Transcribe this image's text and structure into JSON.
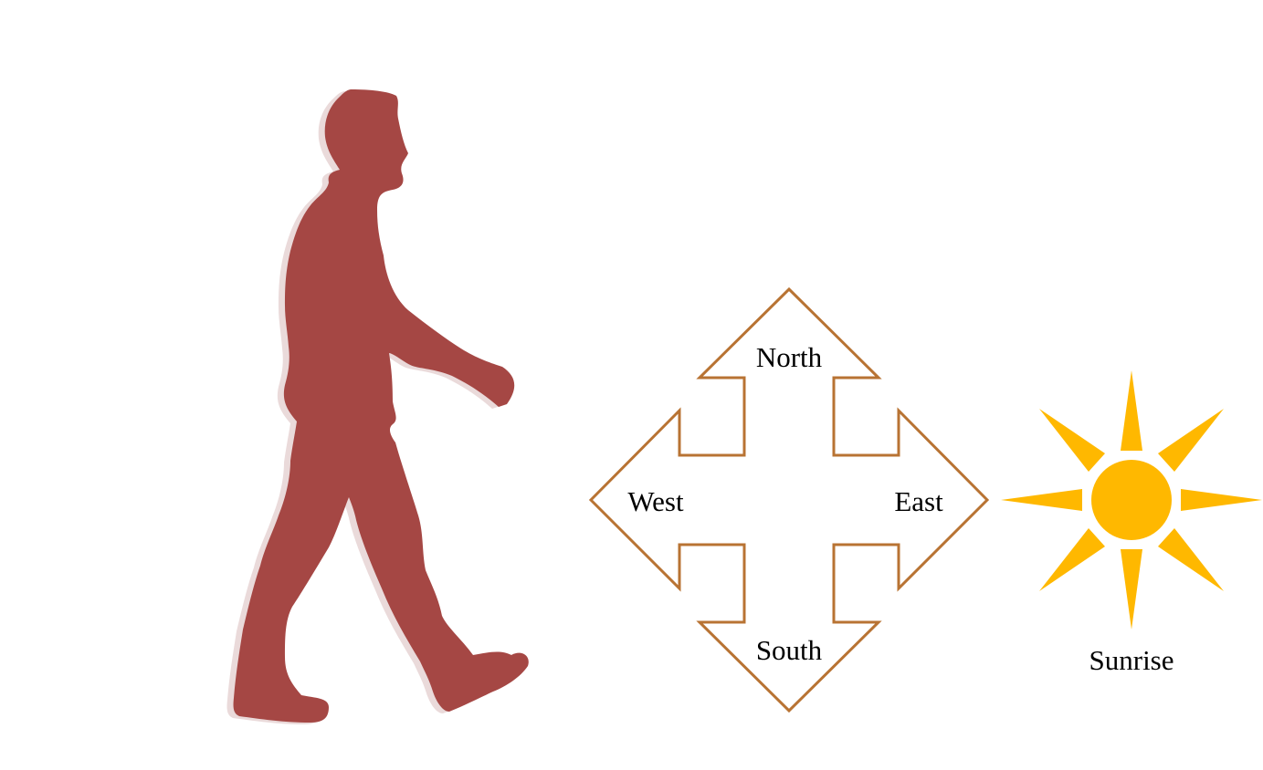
{
  "colors": {
    "person": "#A54744",
    "person_shadow": "#EADADA",
    "arrow_outline": "#B87333",
    "sun": "#FFB800"
  },
  "icons": {
    "person": "walking-person-icon",
    "compass": "four-direction-arrow-icon",
    "sun": "sun-icon"
  },
  "compass": {
    "north": "North",
    "south": "South",
    "east": "East",
    "west": "West"
  },
  "sun": {
    "label": "Sunrise"
  }
}
